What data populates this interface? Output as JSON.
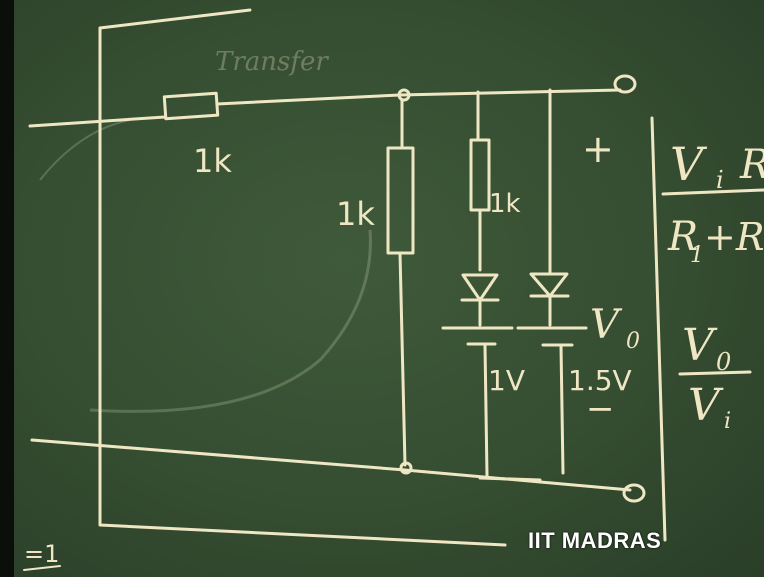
{
  "board": {
    "heading_faint": "Transfer",
    "r1_label": "1k",
    "r2_label": "1k",
    "r3_label": "1k",
    "v1_label": "1V",
    "v2_label": "1.5V",
    "vo_label": "V",
    "vo_sub": "0",
    "plus_sign": "+",
    "minus_sign": "−",
    "eq1_num": "V",
    "eq1_num_sub": "i",
    "eq1_num_tail": "R",
    "eq1_den": "R",
    "eq1_den_sub": "1",
    "eq1_den_tail": "+R",
    "eq2_num": "V",
    "eq2_num_sub": "0",
    "eq2_den": "V",
    "eq2_den_sub": "i",
    "corner_mark": "=1"
  },
  "caption": {
    "watermark": "IIT MADRAS"
  }
}
